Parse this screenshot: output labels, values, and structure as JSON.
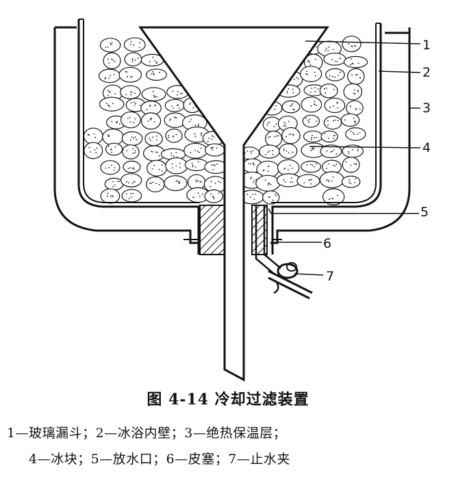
{
  "figure": {
    "title": "图 4-14  冷却过滤装置",
    "legend_line1": "1—玻璃漏斗；2—冰浴内壁；3—绝热保温层；",
    "legend_line2": "4—冰块；5—放水口；6—皮塞；7—止水夹"
  },
  "callouts": [
    "1",
    "2",
    "3",
    "4",
    "5",
    "6",
    "7"
  ],
  "colors": {
    "ink": "#111111",
    "paper": "#ffffff"
  }
}
